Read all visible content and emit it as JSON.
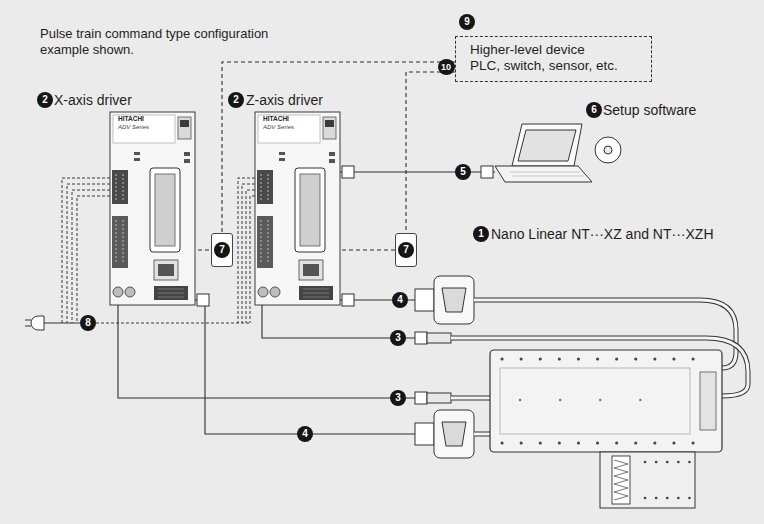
{
  "diagram": {
    "nodes": [
      {
        "text": [
          "Higher-level device",
          "PLC, switch, sensor, etc."
        ]
      },
      {
        "text": [
          "X-axis driver"
        ]
      },
      {
        "text": [
          "Z-axis driver"
        ]
      },
      {
        "text": [
          "Setup software"
        ]
      },
      {
        "text": [
          "Nano Linear NT···XZ and NT···XZH"
        ]
      }
    ],
    "edges": [
      {
        "from": 0,
        "to": 1,
        "arrow": "none"
      },
      {
        "from": 0,
        "to": 2,
        "arrow": "none"
      },
      {
        "from": 2,
        "to": 3,
        "arrow": "none"
      },
      {
        "from": 2,
        "to": 4,
        "arrow": "none"
      },
      {
        "from": 2,
        "to": 4,
        "arrow": "none"
      },
      {
        "from": 1,
        "to": 4,
        "arrow": "none"
      },
      {
        "from": 1,
        "to": 4,
        "arrow": "none"
      }
    ],
    "labels": [
      "Pulse train command type configuration example shown.",
      "9",
      "10",
      "2",
      "2",
      "6",
      "5",
      "1",
      "7",
      "7",
      "8",
      "4",
      "3",
      "4",
      "3",
      "HITACHI",
      "ADV Series",
      "HITACHI",
      "ADV Series"
    ]
  }
}
